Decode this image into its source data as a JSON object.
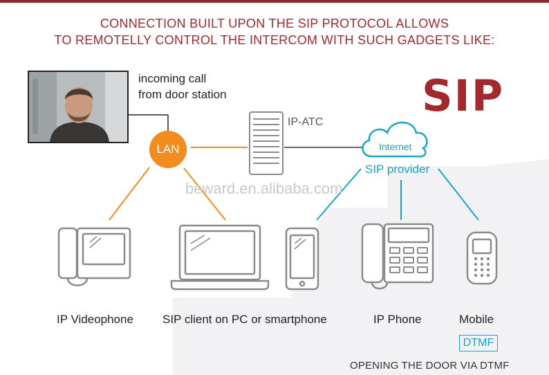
{
  "heading": {
    "line1": "CONNECTION BUILT UPON THE SIP PROTOCOL ALLOWS",
    "line2": "TO REMOTELLY CONTROL THE INTERCOM WITH SUCH GADGETS LIKE:"
  },
  "incoming": {
    "line1": "incoming call",
    "line2": "from door station"
  },
  "lan_label": "LAN",
  "ipatc_label": "IP-ATC",
  "sip_logo": "SIP",
  "cloud_label": "Internet",
  "sip_provider": "SIP provider",
  "watermark": "beward.en.alibaba.com",
  "devices": {
    "videophone": "IP Videophone",
    "sip_client": "SIP client on PC or smartphone",
    "ip_phone": "IP Phone",
    "mobile": "Mobile"
  },
  "dtmf_badge": "DTMF",
  "footer": "OPENING THE DOOR VIA DTMF",
  "colors": {
    "accent_red": "#a3292d",
    "lan_orange": "#f28c1e",
    "sip_blue": "#17a6c9",
    "device_gray": "#8a8a8a"
  }
}
